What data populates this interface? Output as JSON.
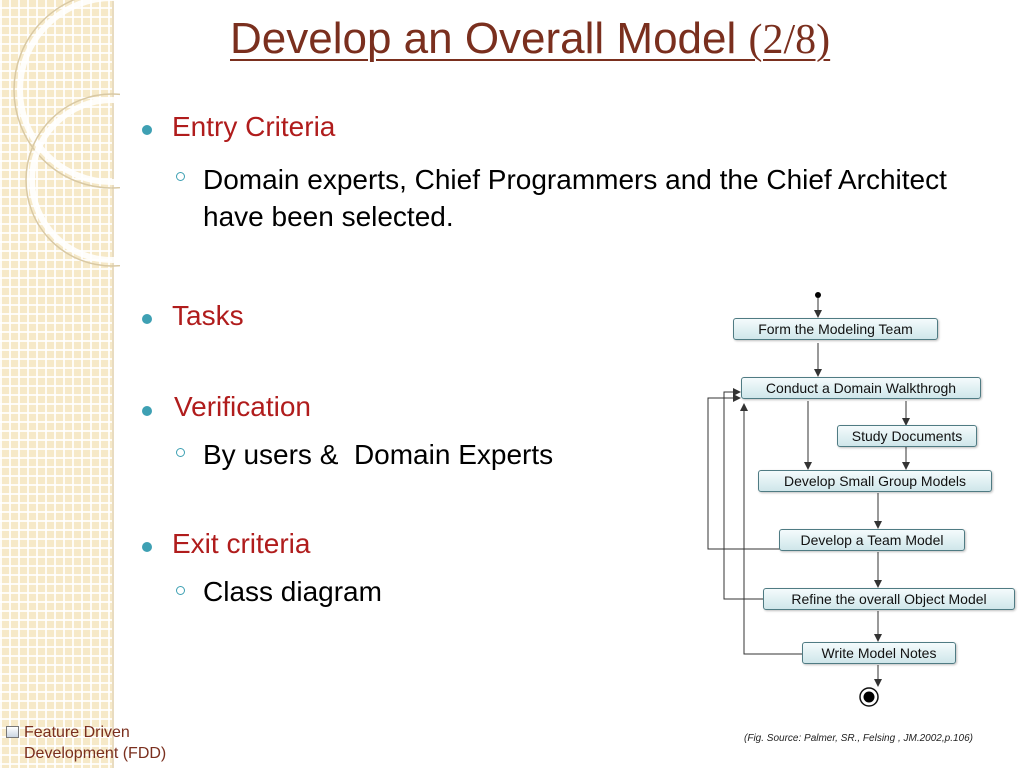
{
  "slide": {
    "title": "Develop an Overall Model ",
    "title_number": "(2/8)",
    "sections": [
      {
        "label": "Entry Criteria",
        "items": [
          "Domain experts, Chief Programmers and the Chief Architect have been selected."
        ]
      },
      {
        "label": "Tasks",
        "items": []
      },
      {
        "label": " Verification",
        "items": [
          "By users &  Domain Experts"
        ]
      },
      {
        "label": "Exit criteria",
        "items": [
          "Class diagram"
        ]
      }
    ],
    "footer": "Feature Driven Development (FDD)",
    "caption": "(Fig. Source: Palmer, SR., Felsing , JM.2002,p.106)"
  },
  "diagram": {
    "nodes": [
      "Form the Modeling Team",
      "Conduct a Domain Walkthrogh",
      "Study Documents",
      "Develop Small Group Models",
      "Develop a Team Model",
      "Refine the overall Object Model",
      "Write Model Notes"
    ]
  },
  "colors": {
    "title": "#7a2f1e",
    "bullet": "#b01c1c",
    "accent": "#3ea0b3",
    "node_border": "#4f7b83"
  }
}
